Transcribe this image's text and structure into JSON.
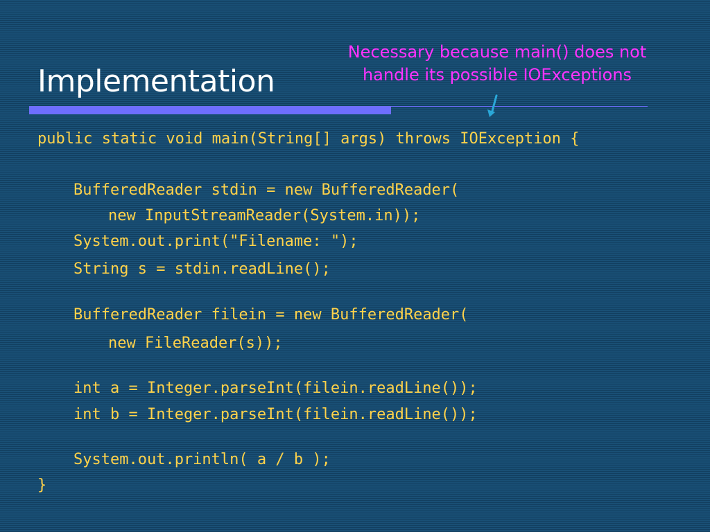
{
  "slide": {
    "title": "Implementation",
    "callout": {
      "line1": "Necessary because main() does not",
      "line2": "handle its possible IOExceptions"
    },
    "colors": {
      "background": "#174a6e",
      "title_text": "#ffffff",
      "accent_bar": "#6e6eff",
      "callout_text": "#ff33ff",
      "arrow": "#2aa7d8",
      "code_text": "#ffd24a"
    },
    "code": {
      "line1": "public static void main(String[] args) throws IOException {",
      "line2": "BufferedReader stdin = new BufferedReader(",
      "line3": "new InputStreamReader(System.in));",
      "line4": "System.out.print(\"Filename: \");",
      "line5": "String s = stdin.readLine();",
      "line6": "BufferedReader filein = new BufferedReader(",
      "line7": "new FileReader(s));",
      "line8": "int a = Integer.parseInt(filein.readLine());",
      "line9": "int b = Integer.parseInt(filein.readLine());",
      "line10": "System.out.println( a / b );",
      "line11": "}"
    }
  }
}
